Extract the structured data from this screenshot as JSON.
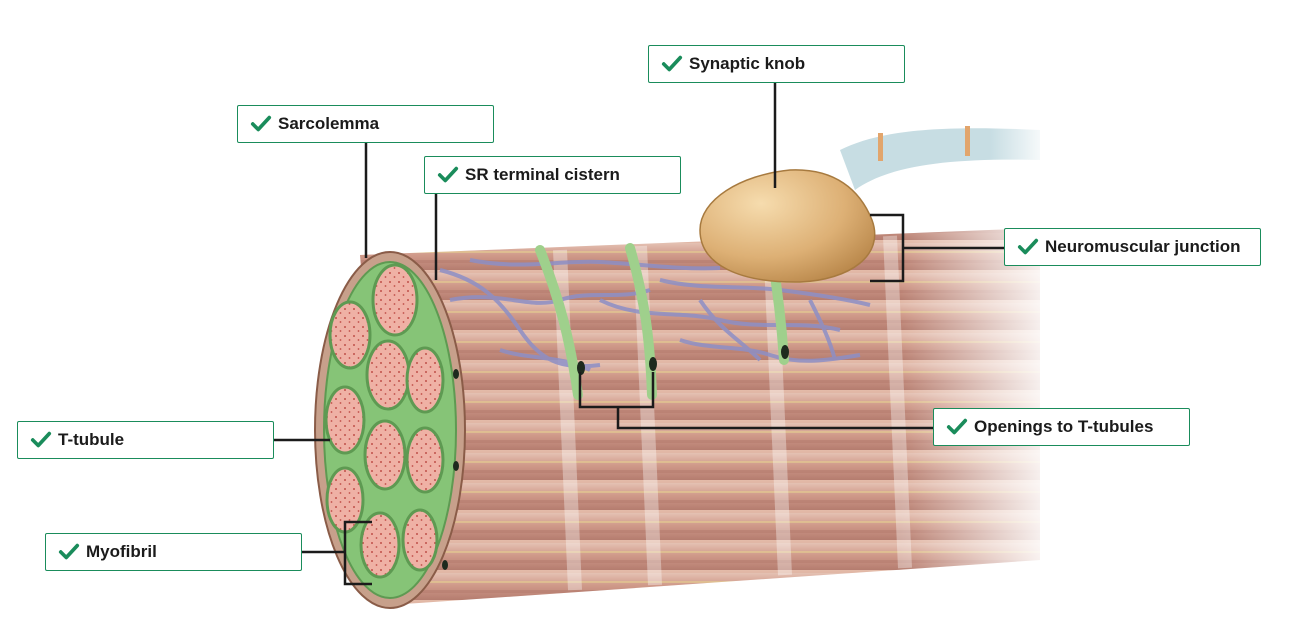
{
  "labels": {
    "synaptic_knob": "Synaptic knob",
    "sarcolemma": "Sarcolemma",
    "sr_terminal_cistern": "SR terminal cistern",
    "neuromuscular_junction": "Neuromuscular junction",
    "openings_t_tubules": "Openings to T-tubules",
    "t_tubule": "T-tubule",
    "myofibril": "Myofibril"
  },
  "colors": {
    "check": "#1a8c5b",
    "label_border": "#1a8c5b",
    "leader_line": "#1b1b1b",
    "muscle": "#c98a78",
    "myofibril": "#e9a39a",
    "t_tubule": "#7cbf6a",
    "sr_network": "#8d8fc6",
    "synaptic_knob": "#dcae72"
  },
  "icons": {
    "label_status": "checkmark-icon"
  }
}
